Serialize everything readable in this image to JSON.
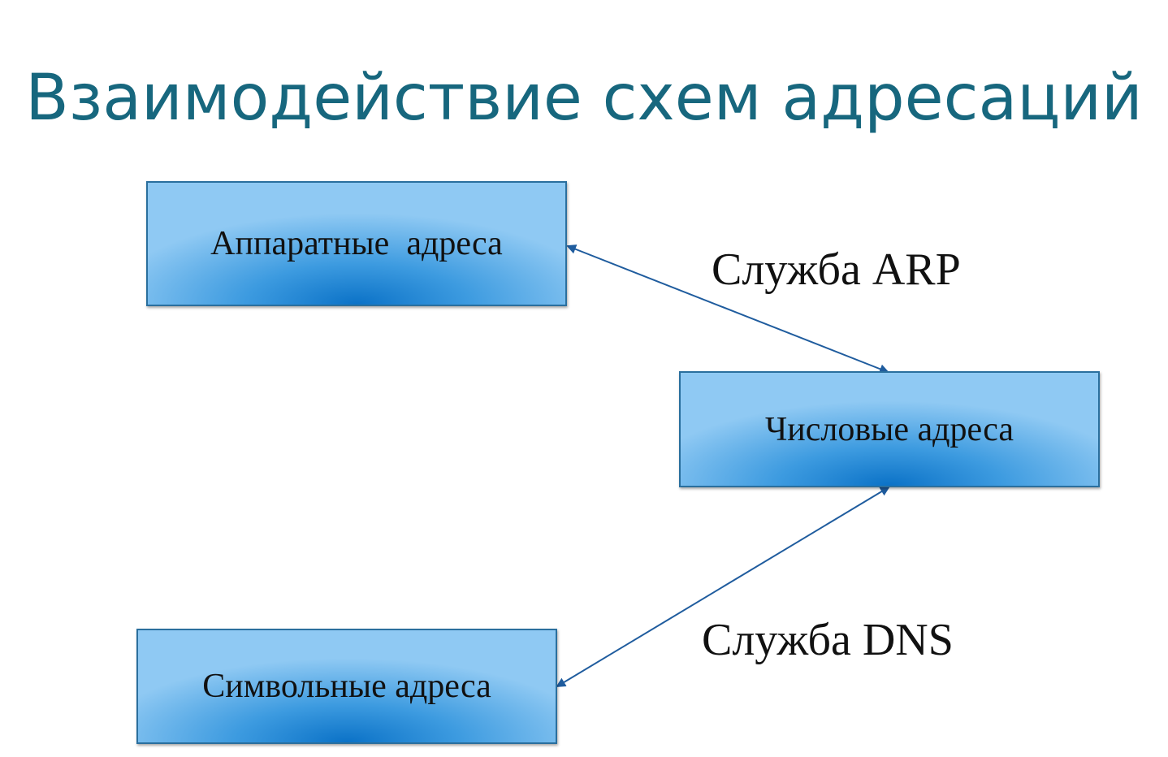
{
  "title": "Взаимодействие схем адресаций",
  "nodes": {
    "hardware": "Аппаратные  адреса",
    "numeric": "Числовые адреса",
    "symbolic": "Символьные адреса"
  },
  "edges": {
    "arp": "Служба ARP",
    "dns": "Служба DNS"
  },
  "colors": {
    "title": "#17677e",
    "arrow": "#1f5c9e",
    "box_center": "#0b72c7",
    "box_edge": "#8fc9f3"
  }
}
